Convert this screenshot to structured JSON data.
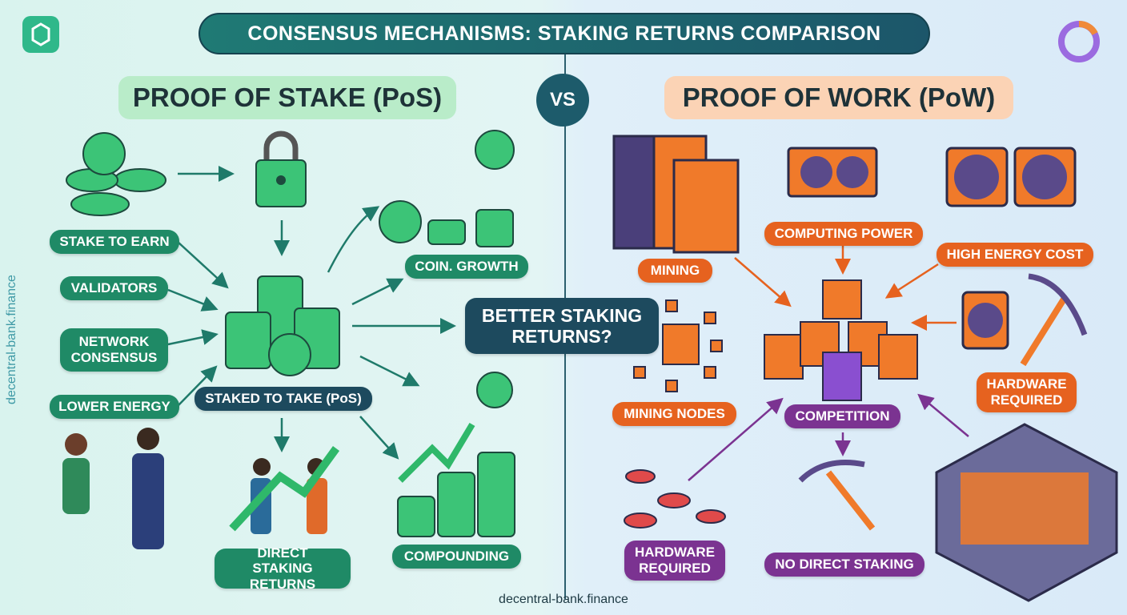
{
  "title": "CONSENSUS MECHANISMS: STAKING RETURNS COMPARISON",
  "vs": "VS",
  "watermark": "decentral-bank.finance",
  "footer": "decentral-bank.finance",
  "pos": {
    "heading": "PROOF OF STAKE (PoS)",
    "labels": {
      "stake_to_earn": "STAKE TO EARN",
      "validators": "VALIDATORS",
      "network_consensus": "NETWORK CONSENSUS",
      "lower_energy": "LOWER ENERGY",
      "staked_to_take": "STAKED TO TAKE (PoS)",
      "coin_growth": "COIN. GROWTH",
      "direct_staking_returns": "DIRECT STAKING RETURNS",
      "compounding": "COMPOUNDING"
    }
  },
  "center": {
    "question": "BETTER STAKING RETURNS?"
  },
  "pow": {
    "heading": "PROOF OF WORK (PoW)",
    "labels": {
      "mining": "MINING",
      "computing_power": "COMPUTING POWER",
      "high_energy_cost": "HIGH ENERGY COST",
      "mining_nodes": "MINING NODES",
      "competition": "COMPETITION",
      "hardware_required_right": "HARDWARE REQUIRED",
      "hardware_required_left": "HARDWARE REQUIRED",
      "no_direct_staking": "NO DIRECT STAKING"
    }
  },
  "colors": {
    "pos_accent": "#1f8a66",
    "pow_accent": "#e6621f",
    "purple": "#7b3391",
    "navy": "#1d4a5e"
  }
}
